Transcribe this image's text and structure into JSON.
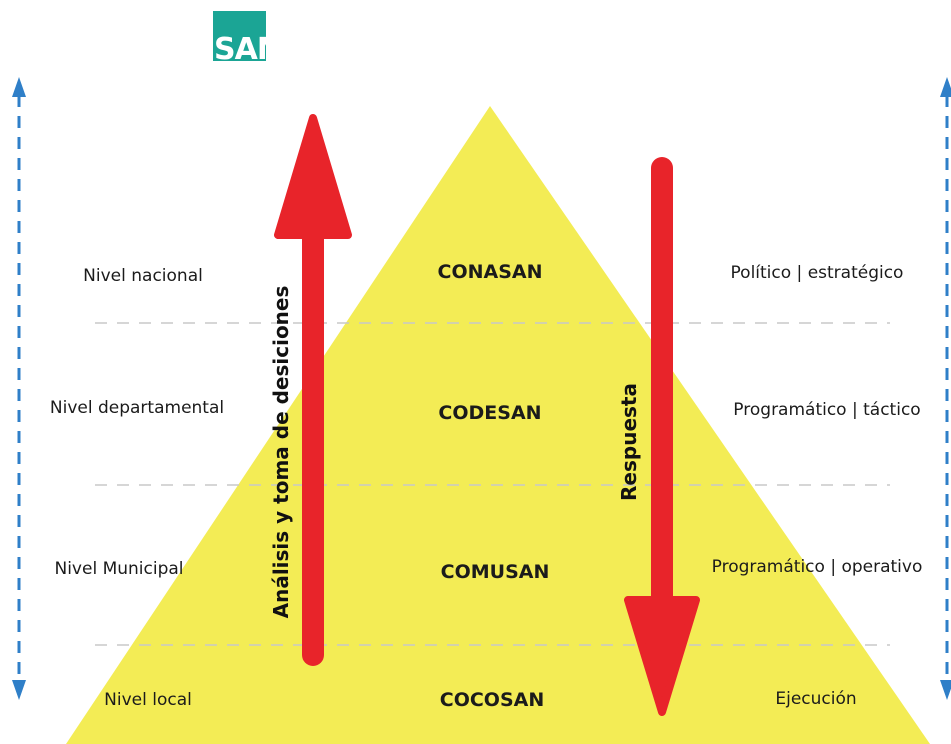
{
  "logo_text": "SAN",
  "levels": [
    {
      "level": "Nivel nacional",
      "council": "CONASAN",
      "type": "Político | estratégico"
    },
    {
      "level": "Nivel departamental",
      "council": "CODESAN",
      "type": "Programático | táctico"
    },
    {
      "level": "Nivel Municipal",
      "council": "COMUSAN",
      "type": "Programático | operativo"
    },
    {
      "level": "Nivel local",
      "council": "COCOSAN",
      "type": "Ejecución"
    }
  ],
  "arrows": {
    "up_label": "Análisis y toma de desiciones",
    "down_label": "Respuesta"
  },
  "colors": {
    "pyramid": "#f3ec55",
    "arrow": "#e8242a",
    "dashed_arrow": "#2f7fc8",
    "divider": "#c8c8c8",
    "logo": "#1ba595"
  }
}
